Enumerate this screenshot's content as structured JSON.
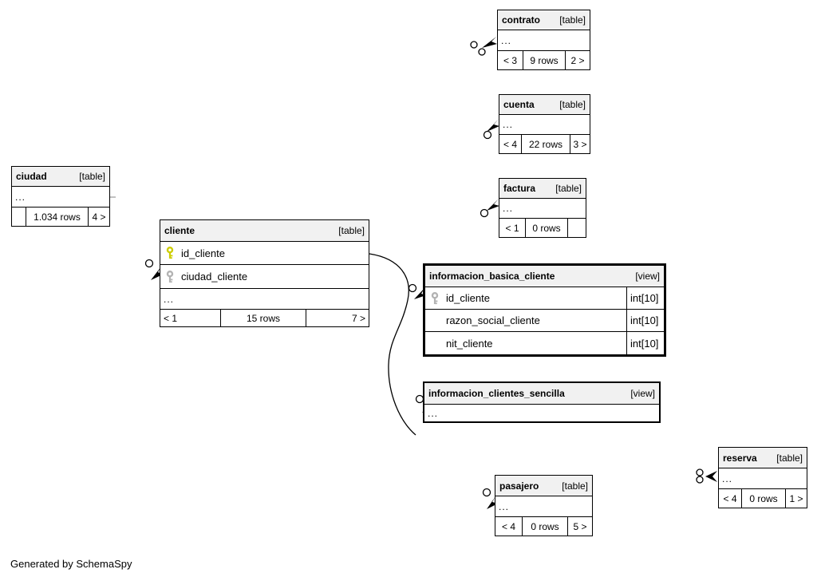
{
  "page": {
    "footer_note": "Generated by SchemaSpy"
  },
  "colors": {
    "header_bg": "#f1f1f1",
    "border": "#000000",
    "primary_key_icon": "#cdcd00",
    "foreign_key_icon": "#b3b3b3"
  },
  "entities": {
    "ciudad": {
      "name": "ciudad",
      "kind": "[table]",
      "ellipsis": "...",
      "footer": {
        "left": "",
        "mid": "1.034 rows",
        "right": "4 >"
      }
    },
    "contrato": {
      "name": "contrato",
      "kind": "[table]",
      "ellipsis": "...",
      "footer": {
        "left": "< 3",
        "mid": "9 rows",
        "right": "2 >"
      }
    },
    "cuenta": {
      "name": "cuenta",
      "kind": "[table]",
      "ellipsis": "...",
      "footer": {
        "left": "< 4",
        "mid": "22 rows",
        "right": "3 >"
      }
    },
    "factura": {
      "name": "factura",
      "kind": "[table]",
      "ellipsis": "...",
      "footer": {
        "left": "< 1",
        "mid": "0 rows",
        "right": ""
      }
    },
    "cliente": {
      "name": "cliente",
      "kind": "[table]",
      "ellipsis": "...",
      "columns": [
        {
          "name": "id_cliente",
          "key": "primary"
        },
        {
          "name": "ciudad_cliente",
          "key": "foreign"
        }
      ],
      "footer": {
        "left": "< 1",
        "mid": "15 rows",
        "right": "7 >"
      }
    },
    "informacion_basica_cliente": {
      "name": "informacion_basica_cliente",
      "kind": "[view]",
      "columns": [
        {
          "name": "id_cliente",
          "key": "foreign",
          "type": "int[10]"
        },
        {
          "name": "razon_social_cliente",
          "key": "none",
          "type": "int[10]"
        },
        {
          "name": "nit_cliente",
          "key": "none",
          "type": "int[10]"
        }
      ]
    },
    "informacion_clientes_sencilla": {
      "name": "informacion_clientes_sencilla",
      "kind": "[view]",
      "ellipsis": "..."
    },
    "pasajero": {
      "name": "pasajero",
      "kind": "[table]",
      "ellipsis": "...",
      "footer": {
        "left": "< 4",
        "mid": "0 rows",
        "right": "5 >"
      }
    },
    "reserva": {
      "name": "reserva",
      "kind": "[table]",
      "ellipsis": "...",
      "footer": {
        "left": "< 4",
        "mid": "0 rows",
        "right": "1 >"
      }
    }
  }
}
